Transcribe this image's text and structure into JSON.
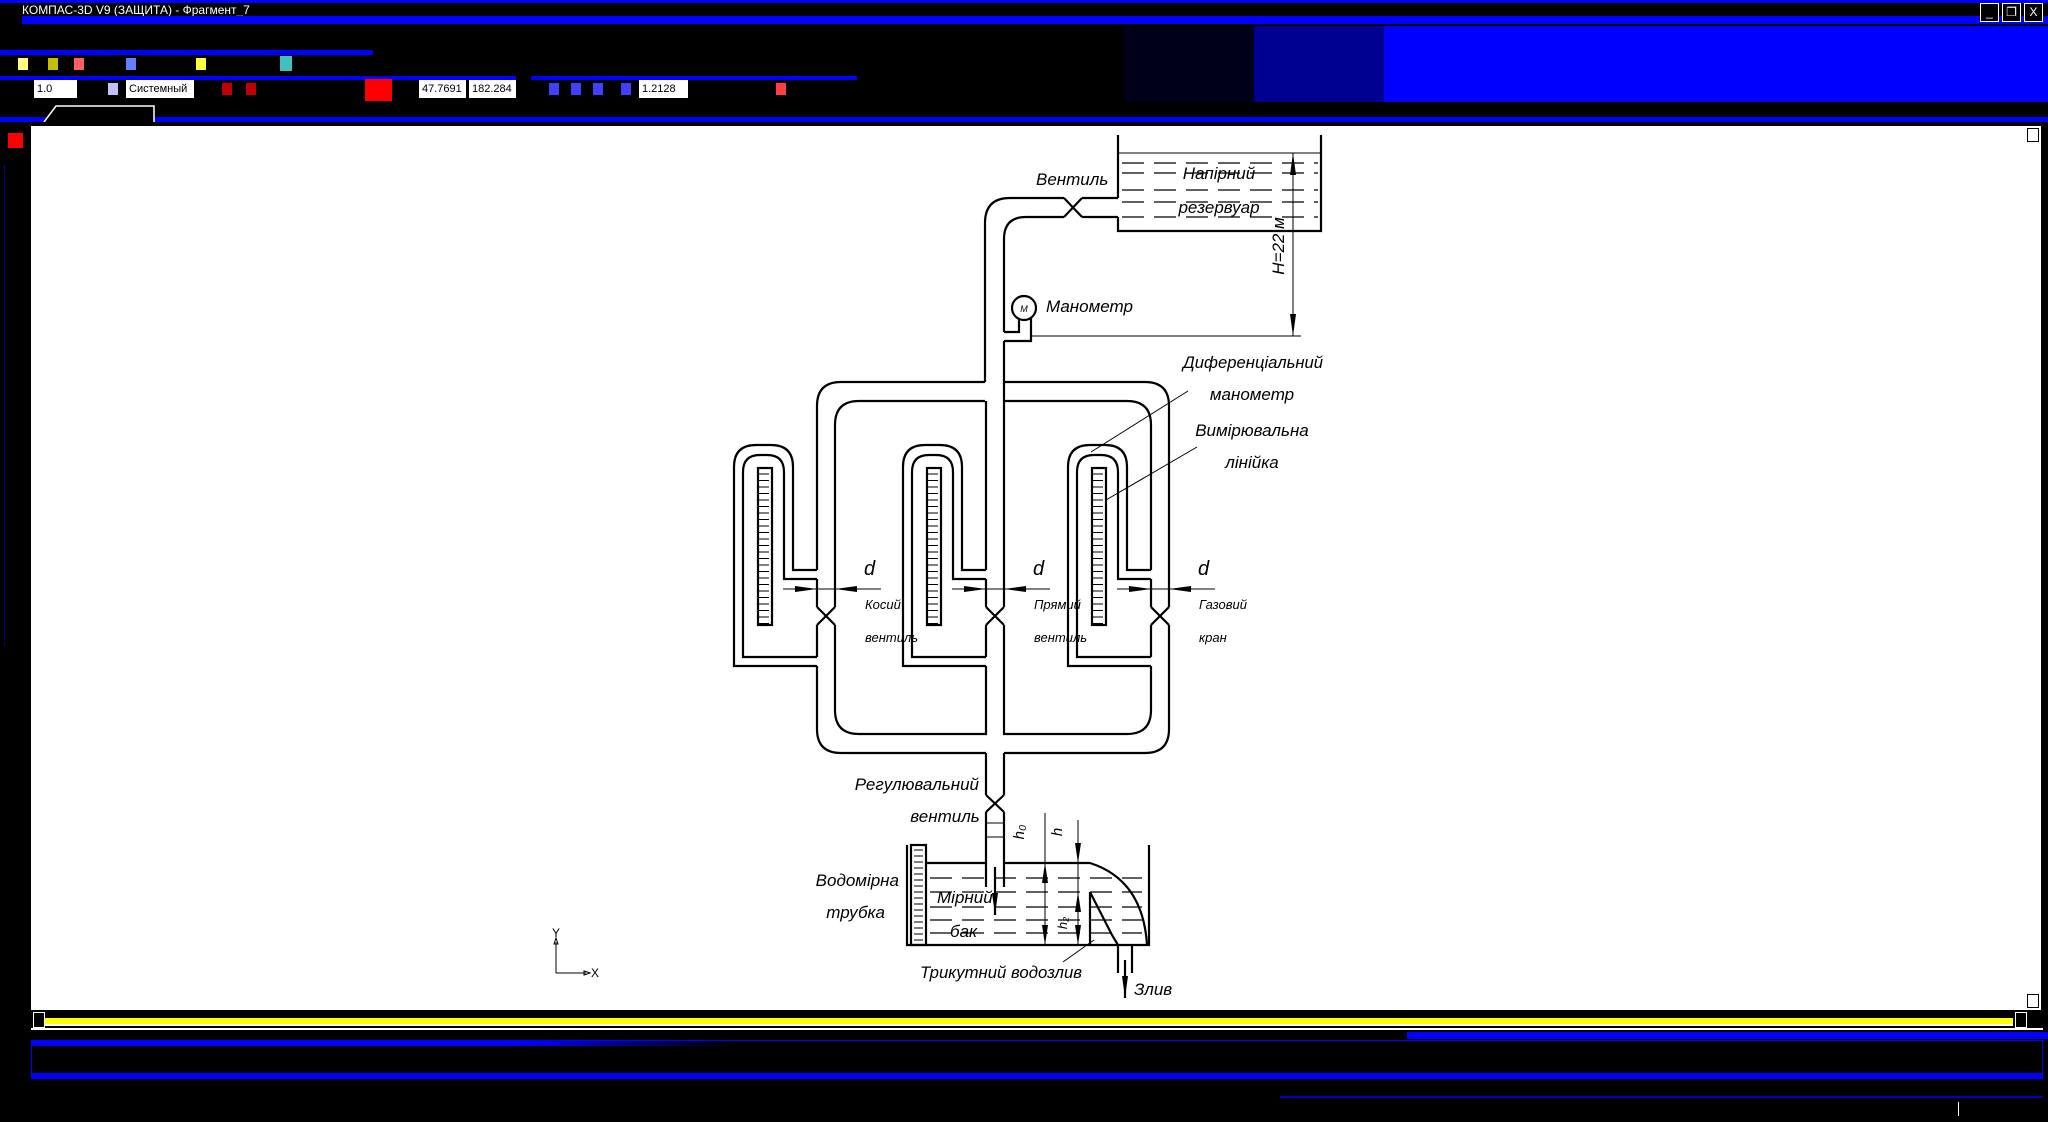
{
  "window": {
    "title": "КОМПАС-3D V9 (ЗАЩИТА) - Фрагмент_7",
    "minimize": "_",
    "restore": "❐",
    "close": "X"
  },
  "toolbar": {
    "line_scale": "1.0",
    "layer": "Системный",
    "coord_x": "47.7691",
    "coord_y": "182.284",
    "zoom": "1.2128"
  },
  "colors": {
    "accent": "#0000ff",
    "toolbar_red": "#ff0000",
    "scrollbar": "#ffff00"
  },
  "drawing": {
    "valve_top": "Вентиль",
    "reservoir_1": "Напірний",
    "reservoir_2": "резервуар",
    "height_dim": "H=22 м",
    "manometer_symbol": "М",
    "manometer": "Манометр",
    "diff_manometer_1": "Диференціальний",
    "diff_manometer_2": "манометр",
    "ruler_1": "Вимірювальна",
    "ruler_2": "лінійка",
    "diameter": "d",
    "valves": [
      {
        "line1": "Косий",
        "line2": "вентиль"
      },
      {
        "line1": "Прямий",
        "line2": "вентиль"
      },
      {
        "line1": "Газовий",
        "line2": "кран"
      }
    ],
    "reg_valve_1": "Регулювальний",
    "reg_valve_2": "вентиль",
    "gauge_1": "Водомірна",
    "gauge_2": "трубка",
    "tank_1": "Мірний",
    "tank_2": "бак",
    "weir": "Трикутний водозлив",
    "drain": "Злив",
    "h0": "h₀",
    "h": "h",
    "h2": "h₂",
    "axis_x": "X",
    "axis_y": "Y"
  }
}
